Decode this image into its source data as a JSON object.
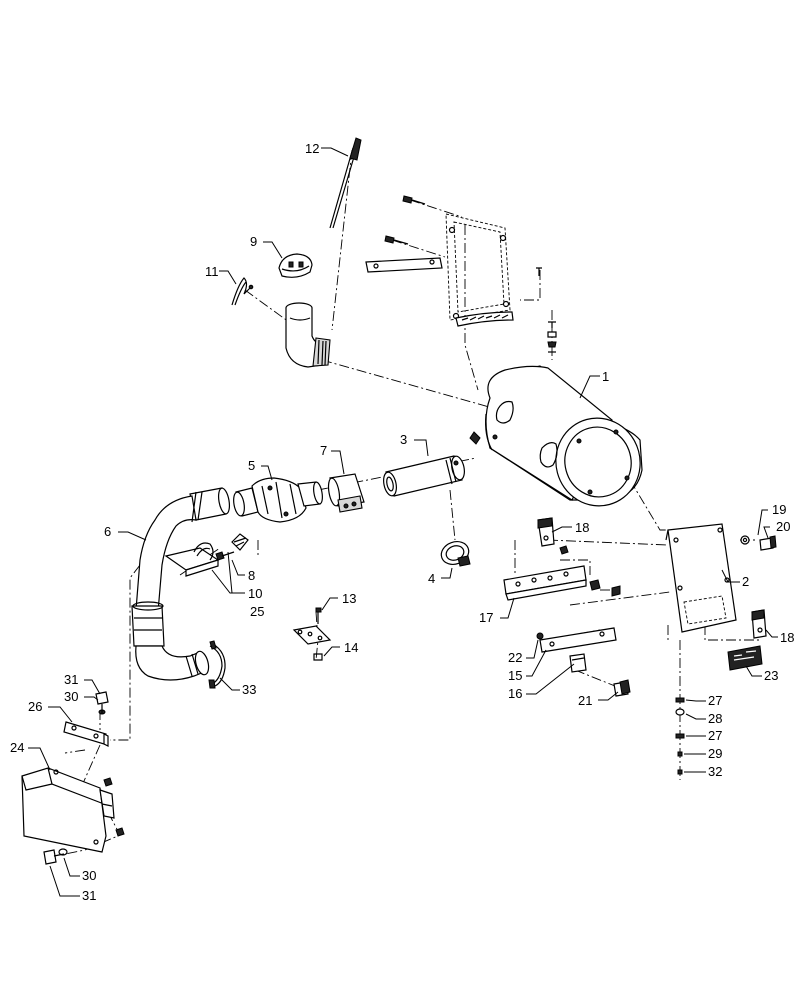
{
  "diagram": {
    "callouts": [
      {
        "id": "c1",
        "text": "1"
      },
      {
        "id": "c2",
        "text": "2"
      },
      {
        "id": "c3",
        "text": "3"
      },
      {
        "id": "c4",
        "text": "4"
      },
      {
        "id": "c5",
        "text": "5"
      },
      {
        "id": "c6",
        "text": "6"
      },
      {
        "id": "c7",
        "text": "7"
      },
      {
        "id": "c8",
        "text": "8"
      },
      {
        "id": "c9",
        "text": "9"
      },
      {
        "id": "c10",
        "text": "10"
      },
      {
        "id": "c11",
        "text": "11"
      },
      {
        "id": "c12",
        "text": "12"
      },
      {
        "id": "c13",
        "text": "13"
      },
      {
        "id": "c14",
        "text": "14"
      },
      {
        "id": "c15",
        "text": "15"
      },
      {
        "id": "c16",
        "text": "16"
      },
      {
        "id": "c17",
        "text": "17"
      },
      {
        "id": "c18a",
        "text": "18"
      },
      {
        "id": "c18b",
        "text": "18"
      },
      {
        "id": "c19",
        "text": "19"
      },
      {
        "id": "c20",
        "text": "20"
      },
      {
        "id": "c21",
        "text": "21"
      },
      {
        "id": "c22",
        "text": "22"
      },
      {
        "id": "c23",
        "text": "23"
      },
      {
        "id": "c24",
        "text": "24"
      },
      {
        "id": "c25",
        "text": "25"
      },
      {
        "id": "c26",
        "text": "26"
      },
      {
        "id": "c27a",
        "text": "27"
      },
      {
        "id": "c28",
        "text": "28"
      },
      {
        "id": "c27b",
        "text": "27"
      },
      {
        "id": "c29",
        "text": "29"
      },
      {
        "id": "c32",
        "text": "32"
      },
      {
        "id": "c30a",
        "text": "30"
      },
      {
        "id": "c31a",
        "text": "31"
      },
      {
        "id": "c30b",
        "text": "30"
      },
      {
        "id": "c31b",
        "text": "31"
      },
      {
        "id": "c33",
        "text": "33"
      }
    ]
  }
}
